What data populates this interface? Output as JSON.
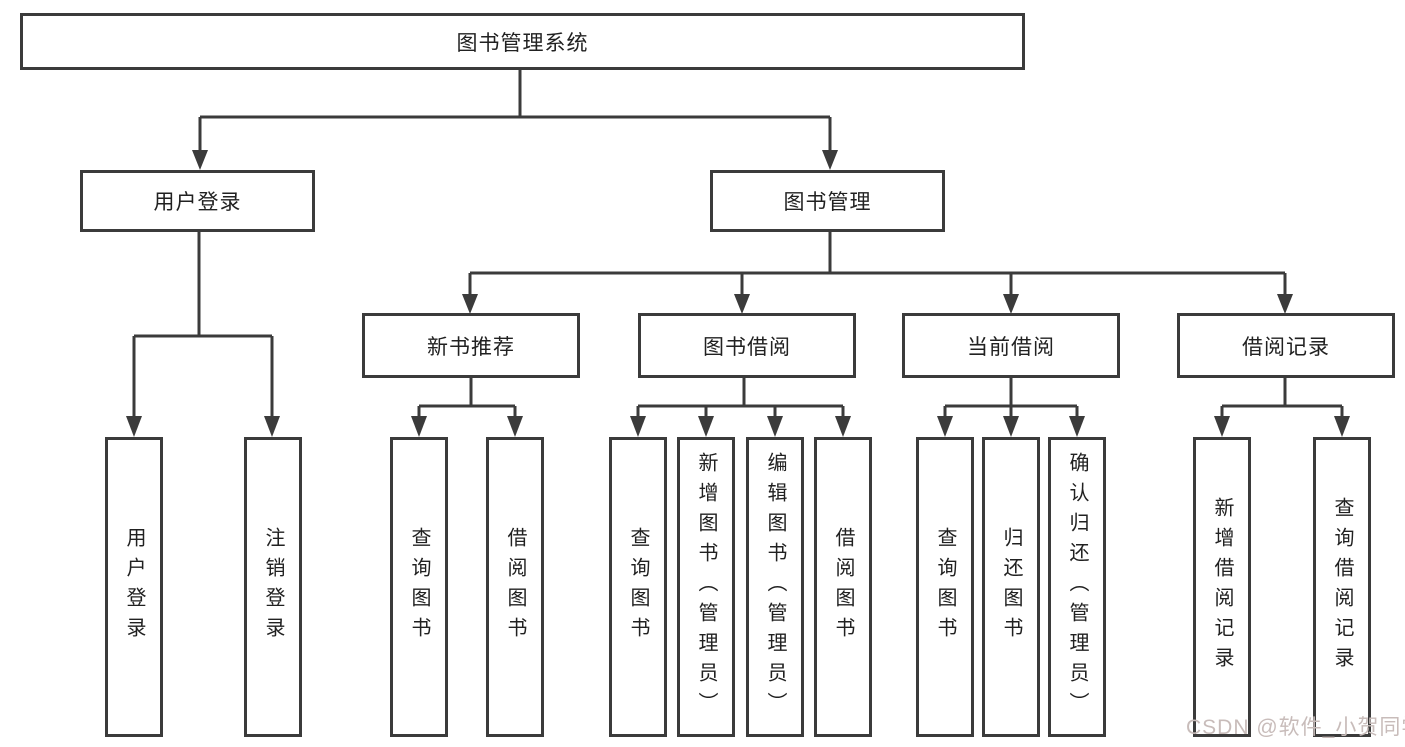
{
  "root": {
    "label": "图书管理系统"
  },
  "level2": {
    "user_login": {
      "label": "用户登录"
    },
    "book_management": {
      "label": "图书管理"
    }
  },
  "level3": {
    "new_book_recommend": {
      "label": "新书推荐"
    },
    "book_borrow": {
      "label": "图书借阅"
    },
    "current_borrow": {
      "label": "当前借阅"
    },
    "borrow_record": {
      "label": "借阅记录"
    }
  },
  "leaves": {
    "user_login": {
      "label": "用户登录"
    },
    "logout": {
      "label": "注销登录"
    },
    "recommend_query_books": {
      "label": "查询图书"
    },
    "recommend_borrow_books": {
      "label": "借阅图书"
    },
    "borrow_query_books": {
      "label": "查询图书"
    },
    "borrow_add_books": {
      "label": "新增图书（管理员）"
    },
    "borrow_edit_books": {
      "label": "编辑图书（管理员）"
    },
    "borrow_borrow_books": {
      "label": "借阅图书"
    },
    "current_query_books": {
      "label": "查询图书"
    },
    "current_return_books": {
      "label": "归还图书"
    },
    "current_confirm_return": {
      "label": "确认归还（管理员）"
    },
    "record_add": {
      "label": "新增借阅记录"
    },
    "record_query": {
      "label": "查询借阅记录"
    }
  },
  "watermark": {
    "text": "CSDN @软件_小贺同学"
  },
  "colors": {
    "line": "#3b3b3b",
    "text": "#212121",
    "background": "#ffffff",
    "watermark": "#c8bcba"
  }
}
